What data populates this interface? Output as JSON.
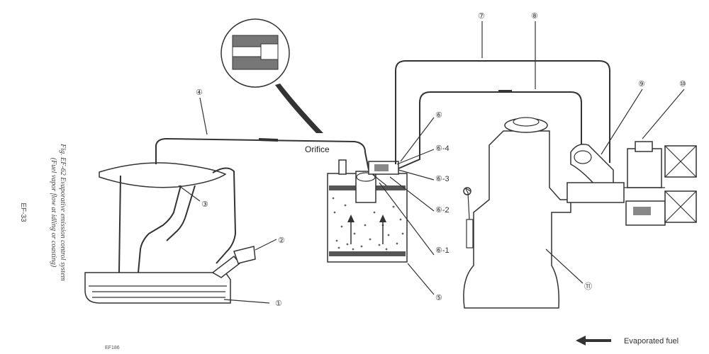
{
  "caption": {
    "figure": "Fig. EF-62 Evaporative emission control system",
    "subtitle": "(Fuel vapor flow at idling or coasting)"
  },
  "page_number": "EF-33",
  "figure_code": "EF186",
  "orifice_label": "Orifice",
  "legend": {
    "text": "Evaporated fuel"
  },
  "callouts": [
    "①",
    "②",
    "③",
    "④",
    "⑤",
    "⑥",
    "⑥-1",
    "⑥-2",
    "⑥-3",
    "⑥-4",
    "⑦",
    "⑧",
    "⑨",
    "⑩",
    "⑪"
  ],
  "colors": {
    "line": "#333333",
    "background": "#ffffff"
  }
}
